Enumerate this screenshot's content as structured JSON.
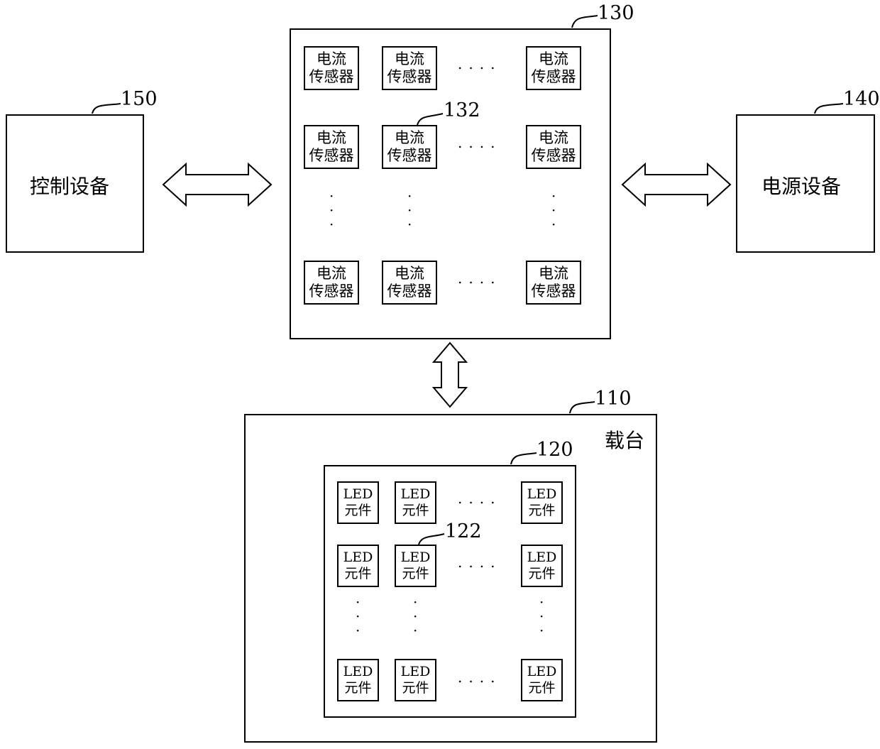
{
  "control_device": {
    "label": "控制设备",
    "ref": "150"
  },
  "power_device": {
    "label": "电源设备",
    "ref": "140"
  },
  "sensor_array": {
    "ref": "130",
    "cell_ref": "132",
    "cell_line1": "电流",
    "cell_line2": "传感器"
  },
  "carrier": {
    "label": "载台",
    "ref": "110"
  },
  "led_array": {
    "ref": "120",
    "cell_ref": "122",
    "cell_line1": "LED",
    "cell_line2": "元件"
  },
  "ellipsis": "...."
}
